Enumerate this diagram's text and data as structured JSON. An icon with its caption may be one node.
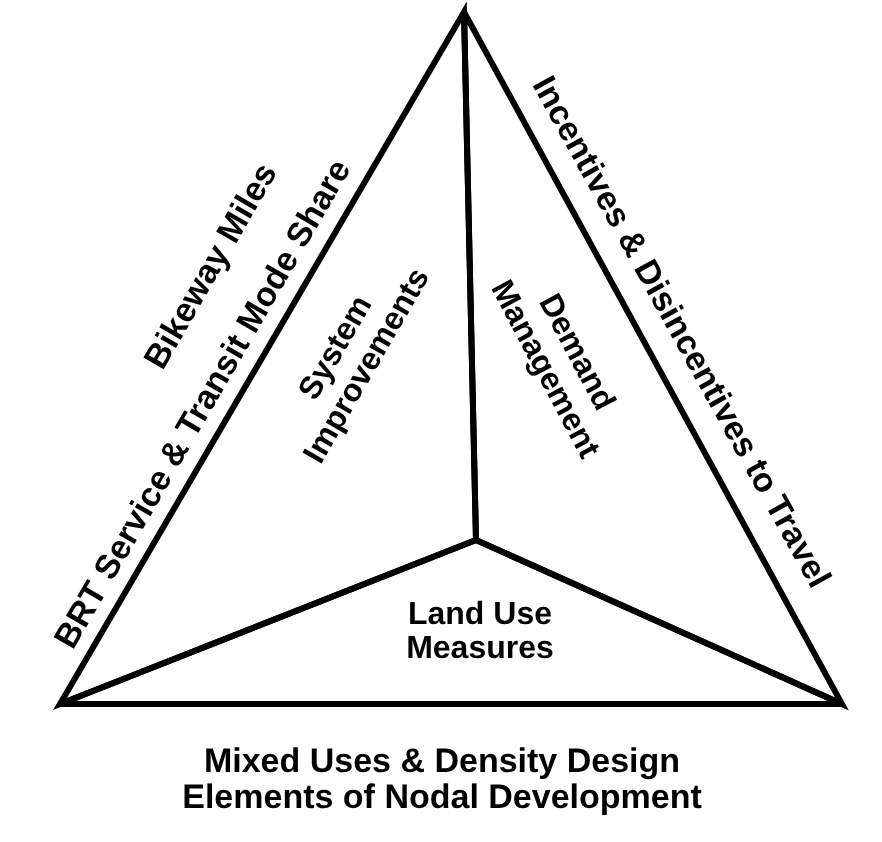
{
  "diagram": {
    "nodes": [
      {
        "text": [
          "System Improvements"
        ],
        "beside": [
          "Bikeway Miles",
          "BRT Service & Transit Mode Share"
        ]
      },
      {
        "text": [
          "Demand Management"
        ],
        "beside": [
          "Incentives & Disincentives to Travel"
        ]
      },
      {
        "text": [
          "Land Use Measures"
        ],
        "beside": [
          "Mixed Uses & Density Design Elements of Nodal Development"
        ]
      }
    ]
  }
}
